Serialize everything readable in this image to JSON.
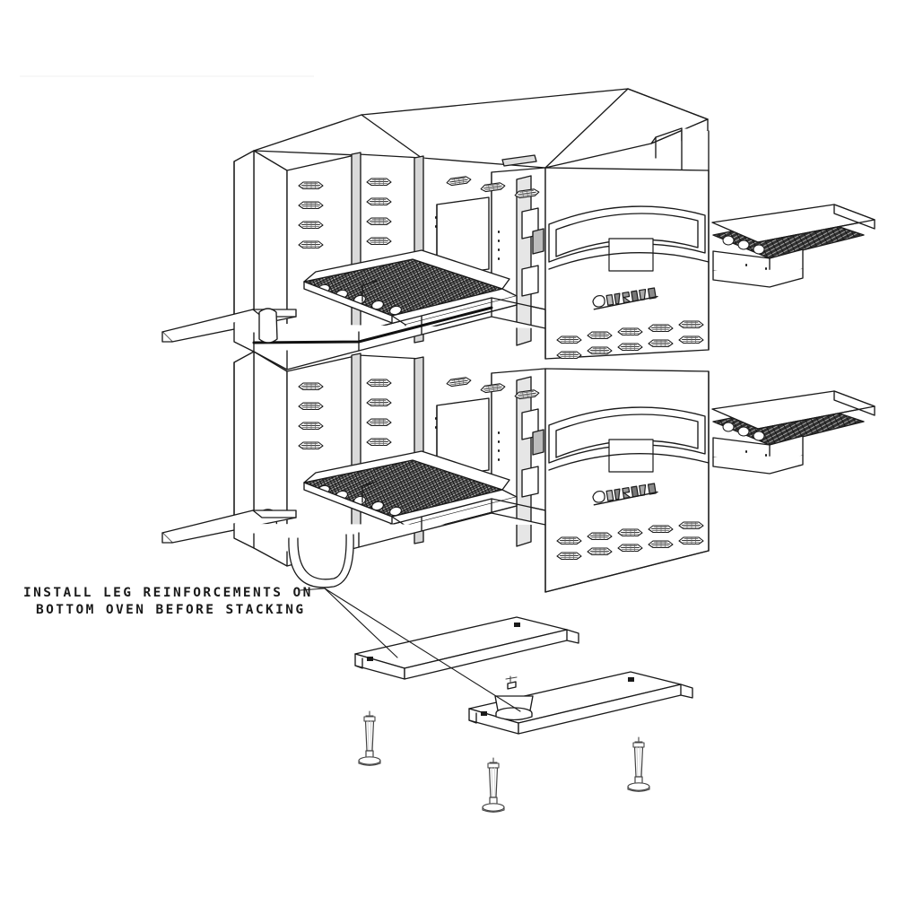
{
  "document": {
    "kind": "technical-line-drawing",
    "title": "Stacked Double Conveyor Oven Assembly",
    "background_color": "#ffffff",
    "line_color": "#1a1a1a"
  },
  "annotation": {
    "line1": "INSTALL LEG REINFORCEMENTS ON",
    "line2": "BOTTOM OVEN BEFORE STACKING",
    "leader_count": 2
  },
  "assembly": {
    "unit_count": 2,
    "arrangement": "stacked",
    "units": [
      {
        "position": "upper-oven",
        "display_window_label": "",
        "brand_logo": "",
        "vent_rows": 2,
        "vent_columns": 5,
        "conveyor": "belt-mesh",
        "exit_shelf": "right",
        "entry_rail": "left"
      },
      {
        "position": "lower-oven",
        "display_window_label": "",
        "brand_logo": "",
        "vent_rows": 2,
        "vent_columns": 5,
        "conveyor": "belt-mesh",
        "exit_shelf": "right",
        "entry_rail": "left"
      }
    ]
  },
  "parts": {
    "leg_reinforcements": {
      "label": "",
      "count": 2,
      "type": "channel-bar"
    },
    "legs": {
      "label": "",
      "count": 3,
      "type": "adjustable-flange-leg"
    }
  },
  "colors": {
    "outline": "#1a1a1a",
    "panel_fill": "#ffffff",
    "belt_dark": "#2b2b2b",
    "shadow_gray": "#d8d8d8",
    "mid_gray": "#8a8a8a"
  }
}
